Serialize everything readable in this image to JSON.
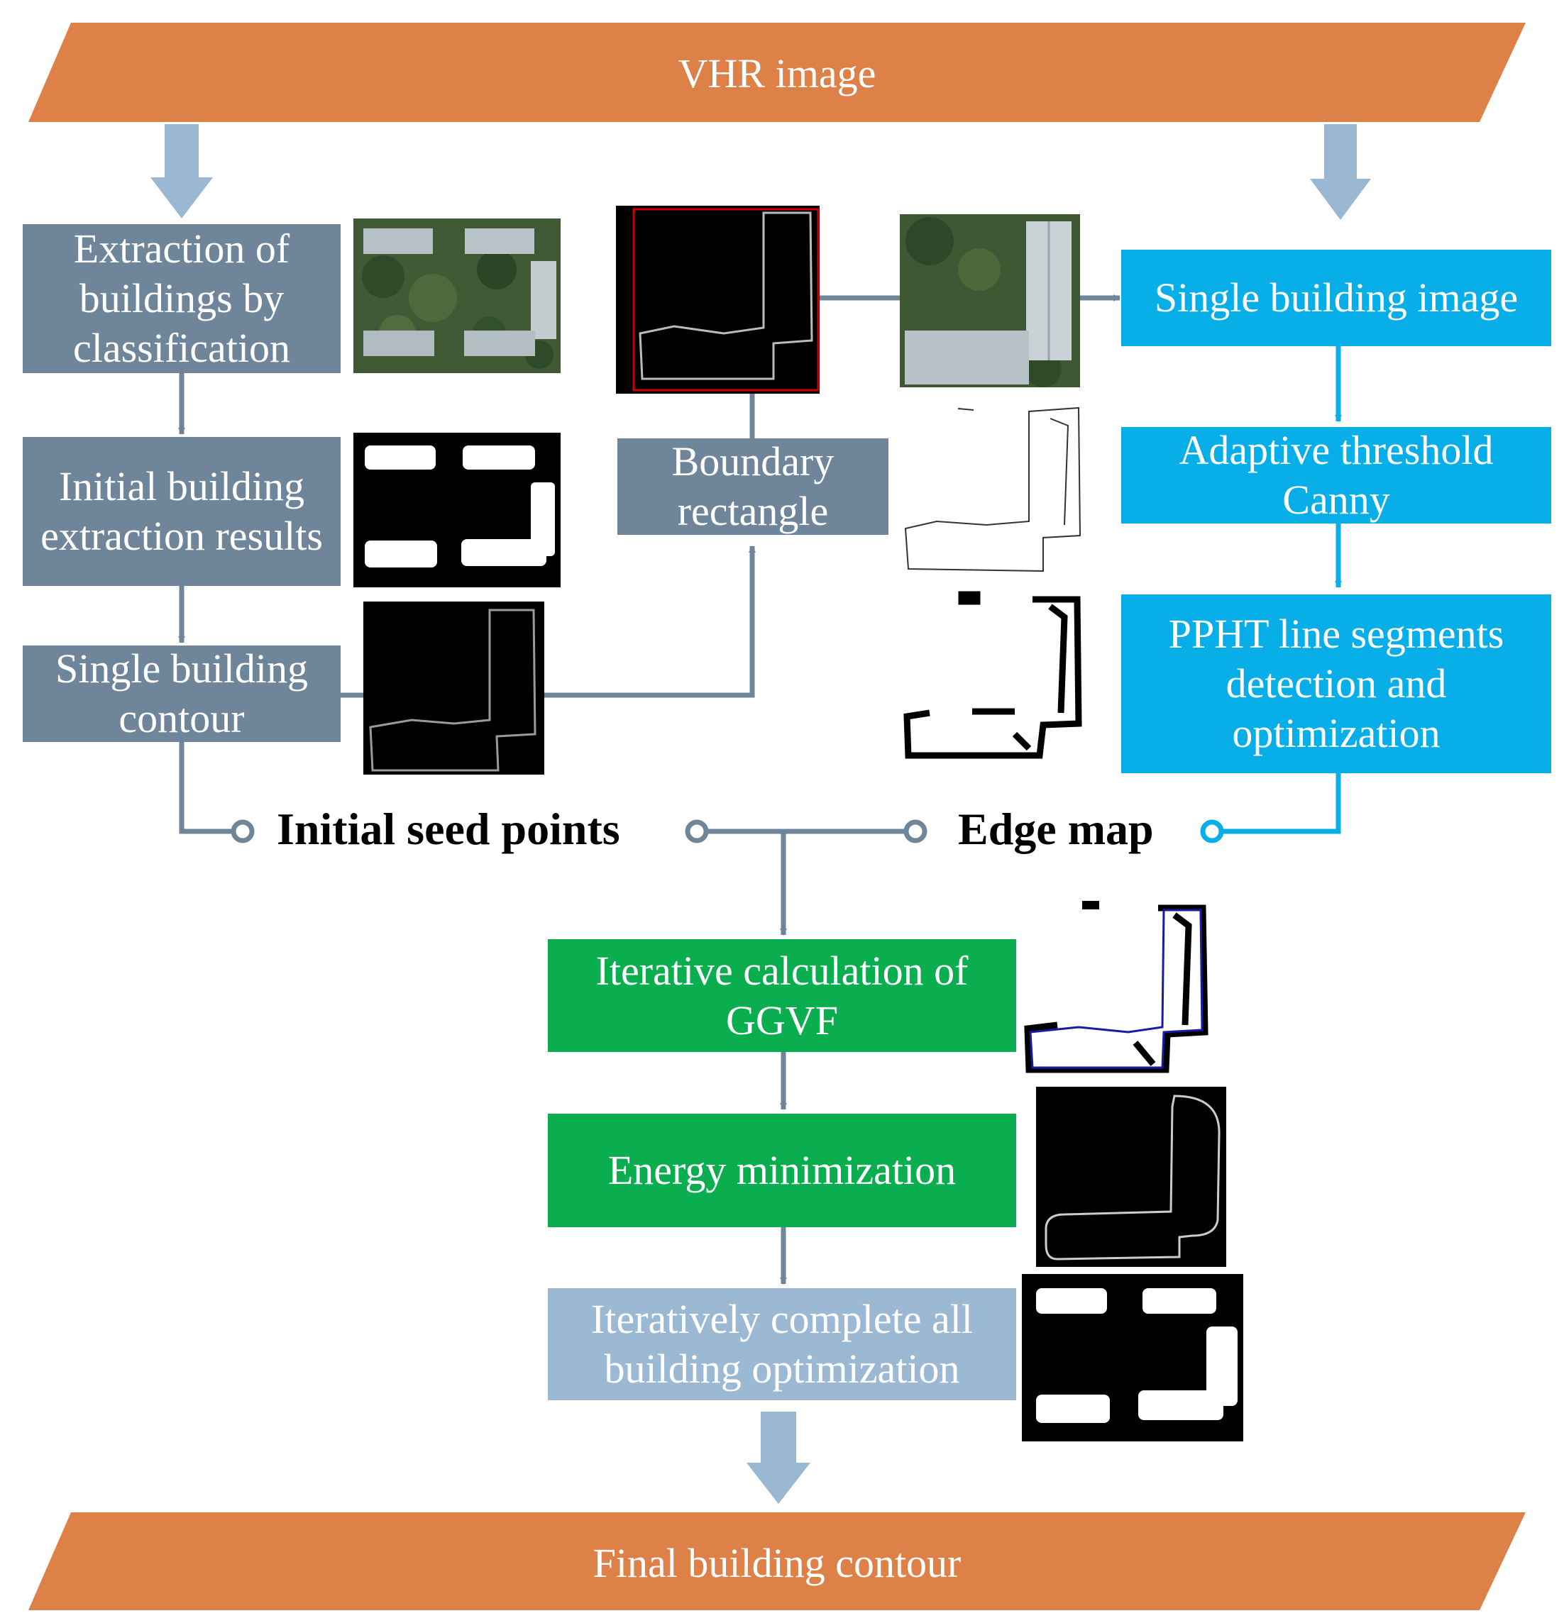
{
  "top_banner": {
    "text": "VHR image",
    "color": "#de8149"
  },
  "bottom_banner": {
    "text": "Final building contour",
    "color": "#de8149"
  },
  "left_column": {
    "extraction": "Extraction of buildings by classification",
    "initial_results": "Initial  building extraction results",
    "single_contour": "Single building contour"
  },
  "middle": {
    "boundary_rectangle": "Boundary rectangle"
  },
  "right_column": {
    "single_image": "Single building image",
    "canny": "Adaptive threshold Canny",
    "ppht": "PPHT line segments detection and optimization"
  },
  "nodes": {
    "seed_points": "Initial seed points",
    "edge_map": "Edge map"
  },
  "bottom_steps": {
    "ggvf": "Iterative calculation of GGVF",
    "energy": "Energy minimization",
    "complete": "Iteratively complete all building optimization"
  },
  "colors": {
    "slate": "#6f8599",
    "cyan": "#08aee8",
    "green": "#0aae4f",
    "pale_blue": "#9cb9d4",
    "arrow_blue": "#9ab8d3"
  }
}
